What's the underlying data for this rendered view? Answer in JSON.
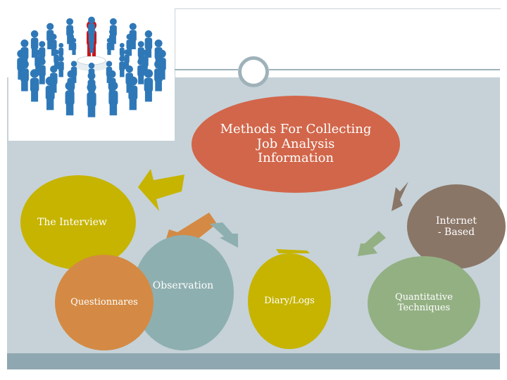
{
  "diagram": {
    "center": {
      "label": "Methods For Collecting Job Analysis Information"
    },
    "nodes": {
      "interview": "The Interview",
      "internet": "Internet - Based",
      "observation": "Observation",
      "questionnaires": "Questionnares",
      "diary": "Diary/Logs",
      "quantitative": "Quantitative Techniques"
    }
  },
  "colors": {
    "center": "#d2664a",
    "interview": "#c6b400",
    "internet": "#8a7667",
    "observation": "#8eafb0",
    "questionnaires": "#d48a44",
    "diary": "#c6b400",
    "quantitative": "#93b083",
    "background": "#c6d2d8",
    "footer": "#8fa7b0"
  },
  "image": {
    "subject": "people-circle-leader-icon"
  }
}
